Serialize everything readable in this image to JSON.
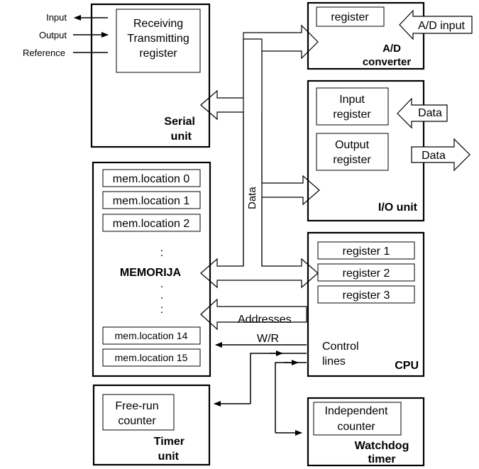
{
  "serial": {
    "inputs": [
      "Input",
      "Output",
      "Reference"
    ],
    "register_line1": "Receiving",
    "register_line2": "Transmitting",
    "register_line3": "register",
    "title_line1": "Serial",
    "title_line2": "unit"
  },
  "adc": {
    "register": "register",
    "input": "A/D input",
    "title_line1": "A/D",
    "title_line2": "converter"
  },
  "io": {
    "input_reg_line1": "Input",
    "input_reg_line2": "register",
    "output_reg_line1": "Output",
    "output_reg_line2": "register",
    "data_in": "Data",
    "data_out": "Data",
    "title": "I/O unit"
  },
  "memory": {
    "locations_top": [
      "mem.location 0",
      "mem.location 1",
      "mem.location 2"
    ],
    "colon": ":",
    "title": "MEMORIJA",
    "dots": [
      ".",
      ".",
      ":"
    ],
    "locations_bottom": [
      "mem.location 14",
      "mem.location 15"
    ]
  },
  "cpu": {
    "registers": [
      "register 1",
      "register 2",
      "register 3"
    ],
    "control_line1": "Control",
    "control_line2": "lines",
    "title": "CPU"
  },
  "bus": {
    "data": "Data",
    "addresses": "Addresses",
    "wr": "W/R"
  },
  "timer": {
    "counter_line1": "Free-run",
    "counter_line2": "counter",
    "title_line1": "Timer",
    "title_line2": "unit"
  },
  "watchdog": {
    "counter_line1": "Independent",
    "counter_line2": "counter",
    "title_line1": "Watchdog",
    "title_line2": "timer"
  }
}
